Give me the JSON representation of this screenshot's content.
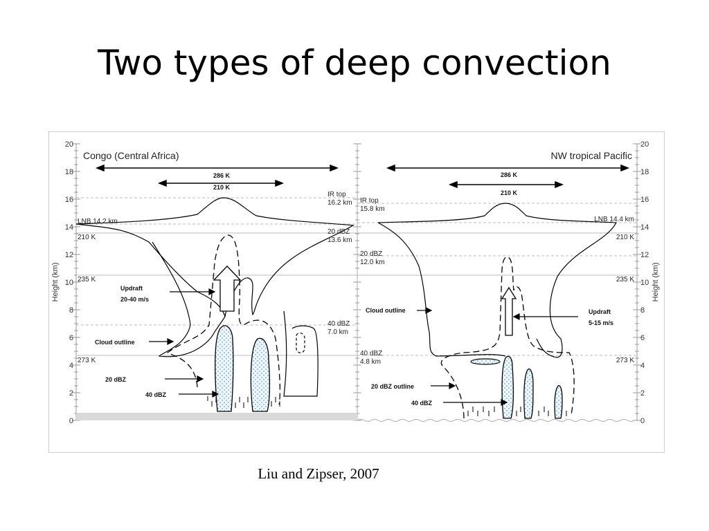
{
  "slide": {
    "title": "Two types of deep convection",
    "caption": "Liu and Zipser, 2007"
  },
  "figure": {
    "y_axis_label": "Height (km)",
    "y_ticks": [
      "0",
      "2",
      "4",
      "6",
      "8",
      "10",
      "12",
      "14",
      "16",
      "18",
      "20"
    ],
    "left_panel": {
      "title": "Congo (Central Africa)",
      "arrow_outer": "286 K",
      "arrow_inner": "210 K",
      "lnb": "LNB 14.2 km",
      "k210": "210 K",
      "k235": "235 K",
      "k273": "273 K",
      "ir_top_1": "IR top",
      "ir_top_2": "16.2 km",
      "dbz20_1": "20 dBZ",
      "dbz20_2": "13.6 km",
      "dbz40_1": "40 dBZ",
      "dbz40_2": "7.0 km",
      "updraft_1": "Updraft",
      "updraft_2": "20-40 m/s",
      "cloud_outline": "Cloud outline",
      "lbl_20dbz": "20 dBZ",
      "lbl_40dbz": "40 dBZ"
    },
    "right_panel": {
      "title": "NW tropical Pacific",
      "arrow_outer": "286 K",
      "arrow_inner": "210 K",
      "lnb": "LNB 14.4 km",
      "k210": "210 K",
      "k235": "235 K",
      "k273": "273 K",
      "ir_top_1": "IR top",
      "ir_top_2": "15.8 km",
      "dbz20_1": "20 dBZ",
      "dbz20_2": "12.0 km",
      "dbz40_1": "40 dBZ",
      "dbz40_2": "4.8 km",
      "updraft_1": "Updraft",
      "updraft_2": "5-15 m/s",
      "cloud_outline": "Cloud outline",
      "lbl_20dbz_outline": "20 dBZ outline",
      "lbl_40dbz": "40 dBZ"
    }
  }
}
